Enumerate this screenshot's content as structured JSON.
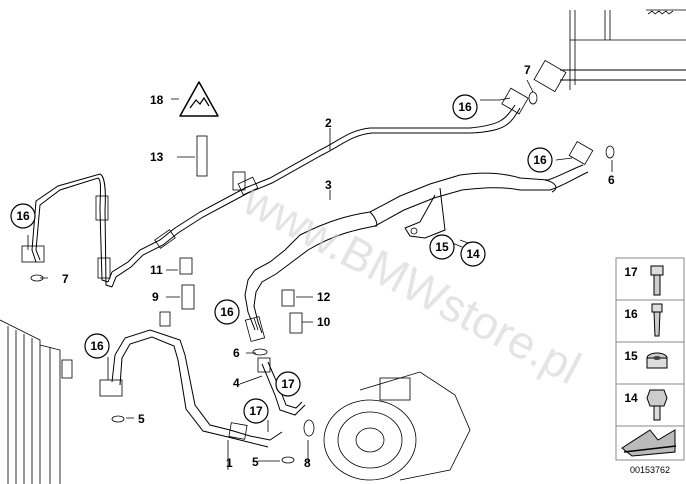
{
  "labels": {
    "l1": "1",
    "l2": "2",
    "l3": "3",
    "l4": "4",
    "l5a": "5",
    "l5b": "5",
    "l6a": "6",
    "l6b": "6",
    "l7a": "7",
    "l7b": "7",
    "l8": "8",
    "l9": "9",
    "l10": "10",
    "l11": "11",
    "l12": "12",
    "l13": "13",
    "c14": "14",
    "c15": "15",
    "c16a": "16",
    "c16b": "16",
    "c16c": "16",
    "c16d": "16",
    "c16e": "16",
    "c17a": "17",
    "c17b": "17",
    "l18": "18"
  },
  "legend": {
    "items": [
      "17",
      "16",
      "15",
      "14"
    ]
  },
  "watermark": "www.BMWstore.pl",
  "doc_id": "00153762"
}
